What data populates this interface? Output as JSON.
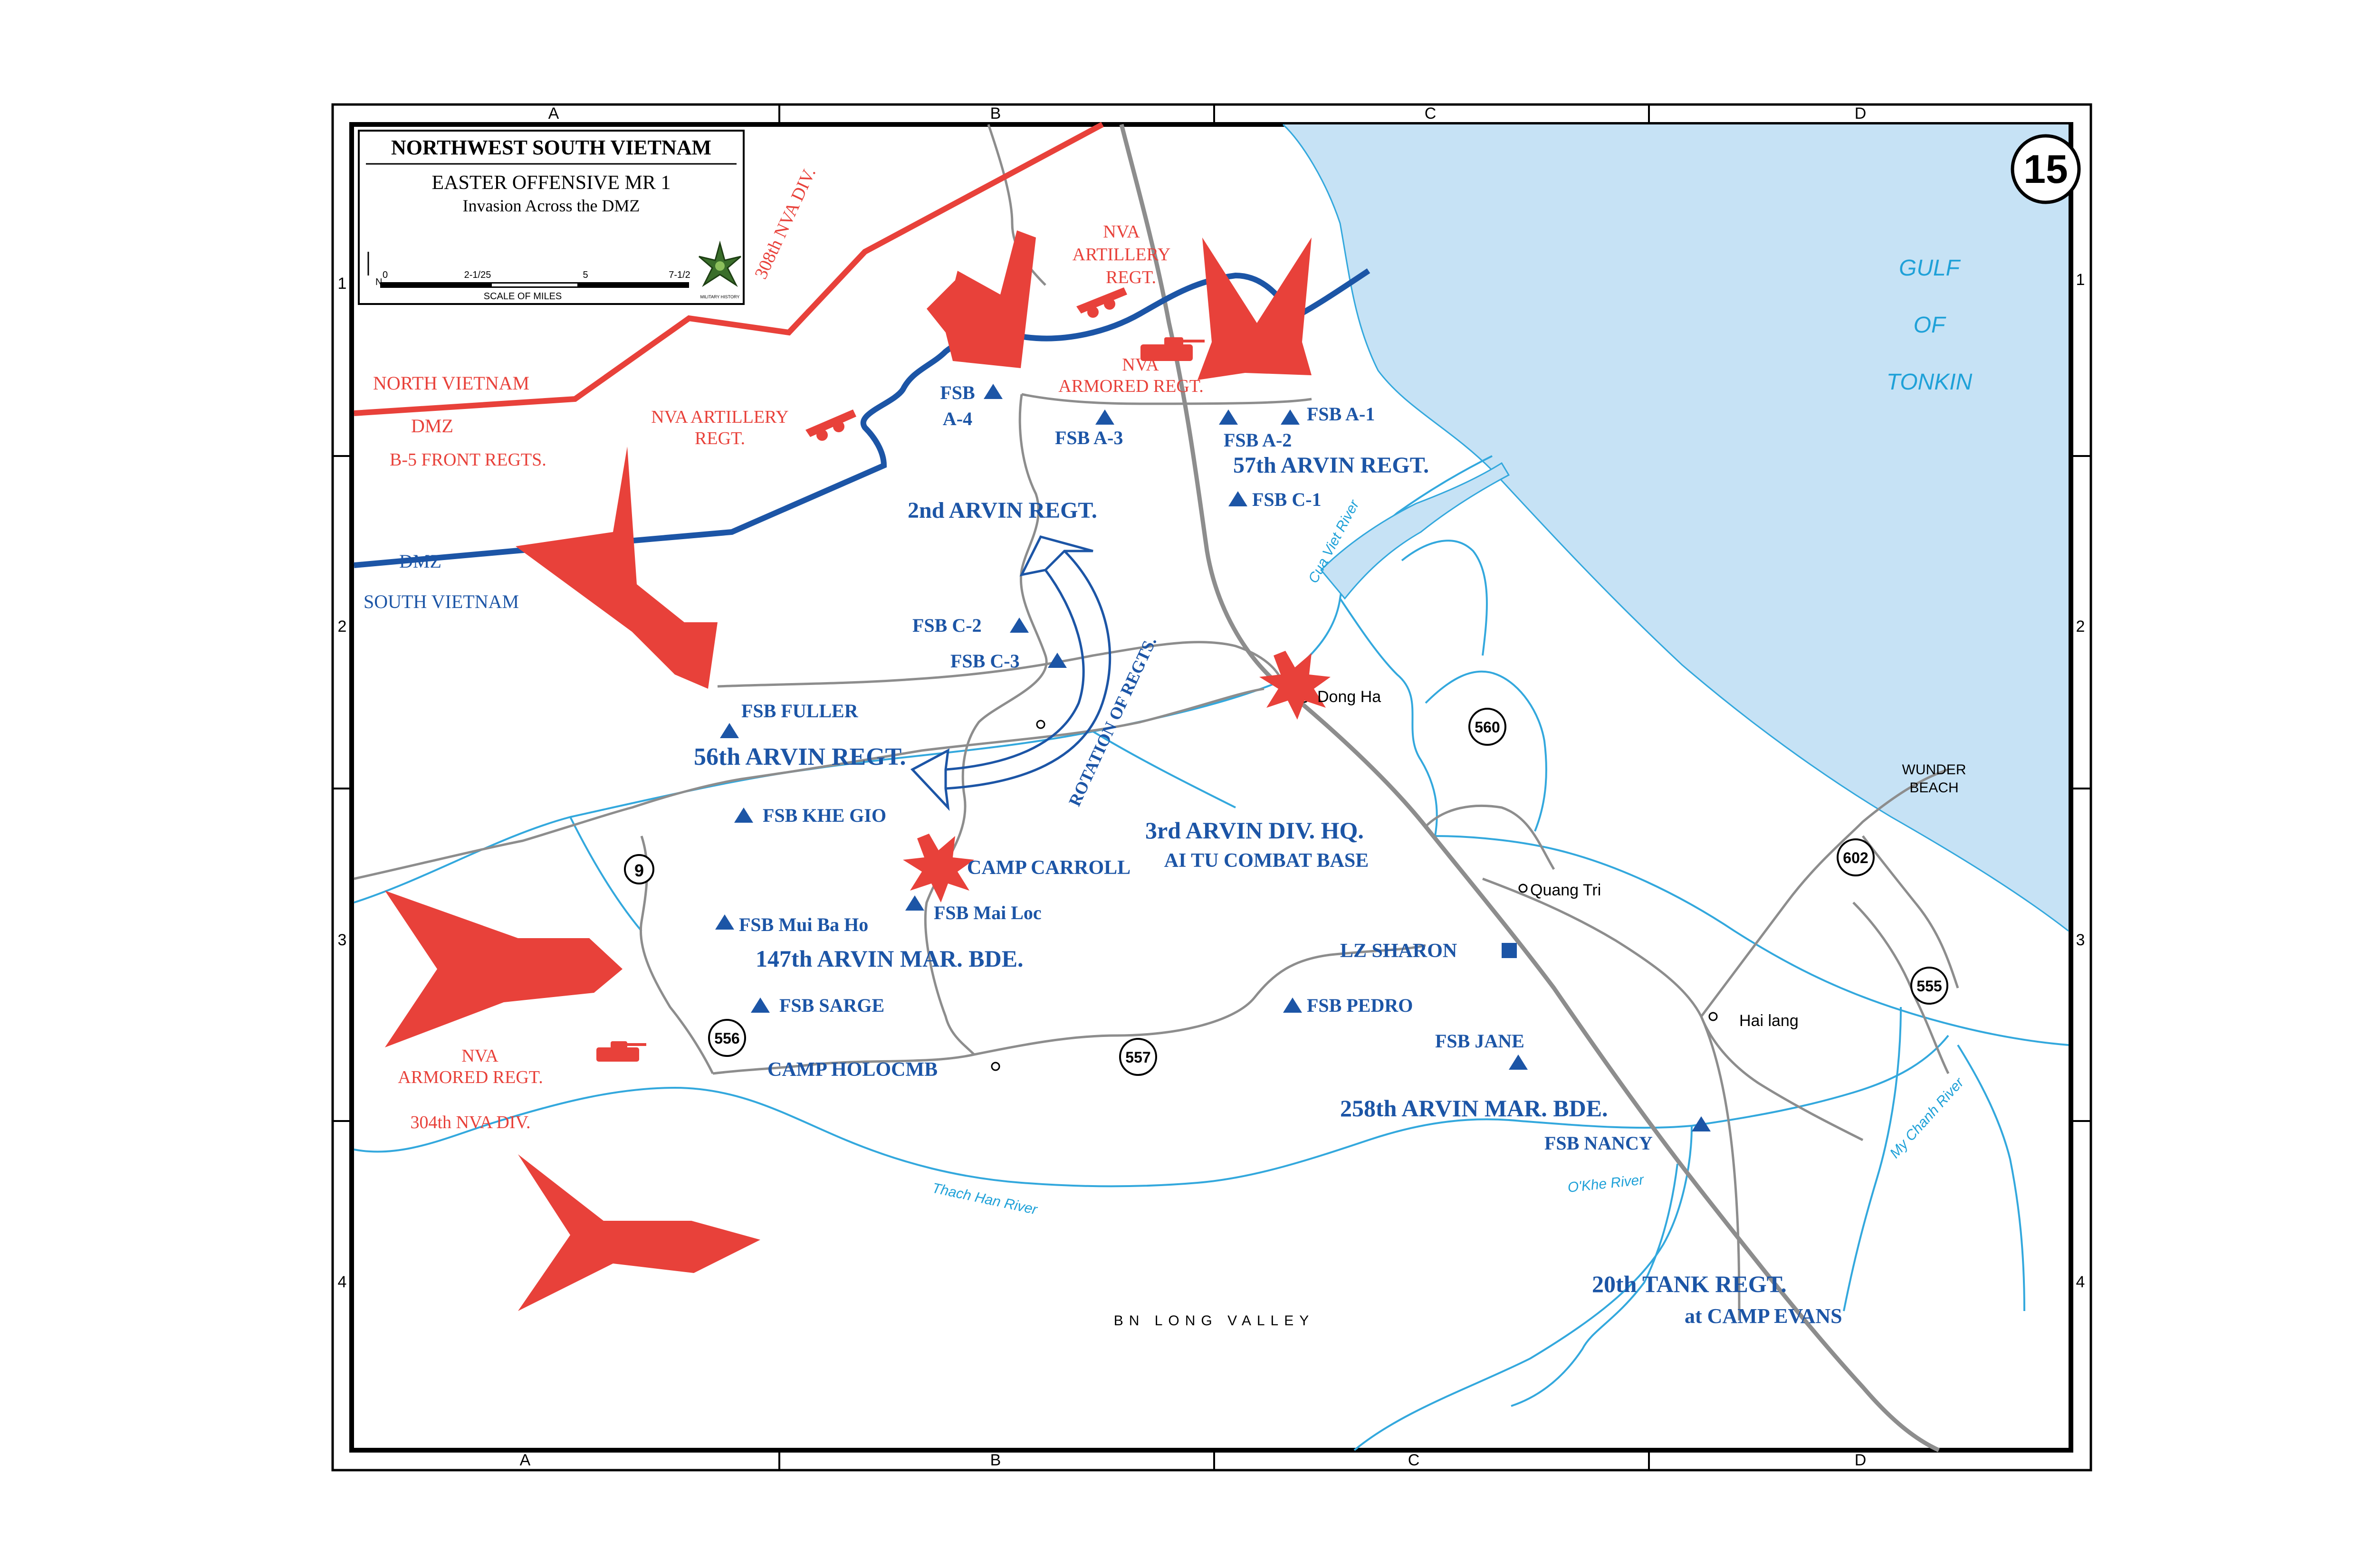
{
  "title_box": {
    "title": "NORTHWEST SOUTH VIETNAM",
    "subtitle": "EASTER OFFENSIVE MR 1",
    "subtitle2": "Invasion Across the DMZ",
    "scale_ticks": [
      "0",
      "2-1/25",
      "5",
      "7-1/2"
    ],
    "scale_label": "SCALE OF MILES",
    "north_label": "N",
    "emblem_caption": "MILITARY HISTORY"
  },
  "map_number": "15",
  "grid": {
    "columns": [
      "A",
      "B",
      "C",
      "D"
    ],
    "rows": [
      "1",
      "2",
      "3",
      "4"
    ]
  },
  "water": {
    "gulf": [
      "GULF",
      "OF",
      "TONKIN"
    ],
    "rivers": [
      "Cua Viet River",
      "Thach Han River",
      "O'Khe River",
      "My Chanh River"
    ]
  },
  "borders": {
    "north_vietnam": "NORTH VIETNAM",
    "dmz_north": "DMZ",
    "dmz_south": "DMZ",
    "south_vietnam": "SOUTH VIETNAM"
  },
  "nva": {
    "div_308": "308th NVA DIV.",
    "artillery_regt_1": [
      "NVA",
      "ARTILLERY",
      "REGT."
    ],
    "armored_regt_1": [
      "NVA",
      "ARMORED REGT."
    ],
    "artillery_regt_2": [
      "NVA ARTILLERY",
      "REGT."
    ],
    "b5_front": "B-5 FRONT REGTS.",
    "armored_regt_2": [
      "NVA",
      "ARMORED REGT."
    ],
    "div_304": "304th NVA DIV."
  },
  "arvn": {
    "fsb_a4": [
      "FSB",
      "A-4"
    ],
    "fsb_a3": "FSB A-3",
    "fsb_a1": "FSB A-1",
    "fsb_a2": "FSB A-2",
    "regt_57": "57th ARVIN REGT.",
    "fsb_c1": "FSB C-1",
    "regt_2": "2nd ARVIN REGT.",
    "fsb_c2": "FSB C-2",
    "fsb_c3": "FSB C-3",
    "rotation": "ROTATION OF REGTS.",
    "fsb_fuller": "FSB FULLER",
    "regt_56": "56th ARVIN REGT.",
    "fsb_khe_gio": "FSB KHE GIO",
    "div_hq": [
      "3rd ARVIN DIV. HQ.",
      "AI TU COMBAT BASE"
    ],
    "camp_carroll": "CAMP CARROLL",
    "fsb_mui_ba_ho": "FSB Mui Ba Ho",
    "fsb_mai_loc": "FSB Mai Loc",
    "bde_147": "147th ARVIN MAR. BDE.",
    "lz_sharon": "LZ SHARON",
    "fsb_sarge": "FSB SARGE",
    "fsb_pedro": "FSB PEDRO",
    "fsb_jane": "FSB JANE",
    "camp_holocmb": "CAMP HOLOCMB",
    "bde_258": "258th ARVIN MAR. BDE.",
    "fsb_nancy": "FSB NANCY",
    "tank_regt": [
      "20th TANK REGT.",
      "at CAMP EVANS"
    ]
  },
  "places": {
    "dong_ha": "Dong Ha",
    "quang_tri": "Quang Tri",
    "hai_lang": "Hai lang",
    "wunder_beach": [
      "WUNDER",
      "BEACH"
    ],
    "bn_long_valley": "BN LONG VALLEY"
  },
  "routes": [
    "9",
    "556",
    "557",
    "560",
    "602",
    "555"
  ],
  "colors": {
    "nva_red": "#e8413a",
    "arvn_blue": "#1c55a6",
    "water_fill": "#c6e2f5",
    "river_blue": "#33a8dd",
    "road_gray": "#8d8d8d"
  }
}
